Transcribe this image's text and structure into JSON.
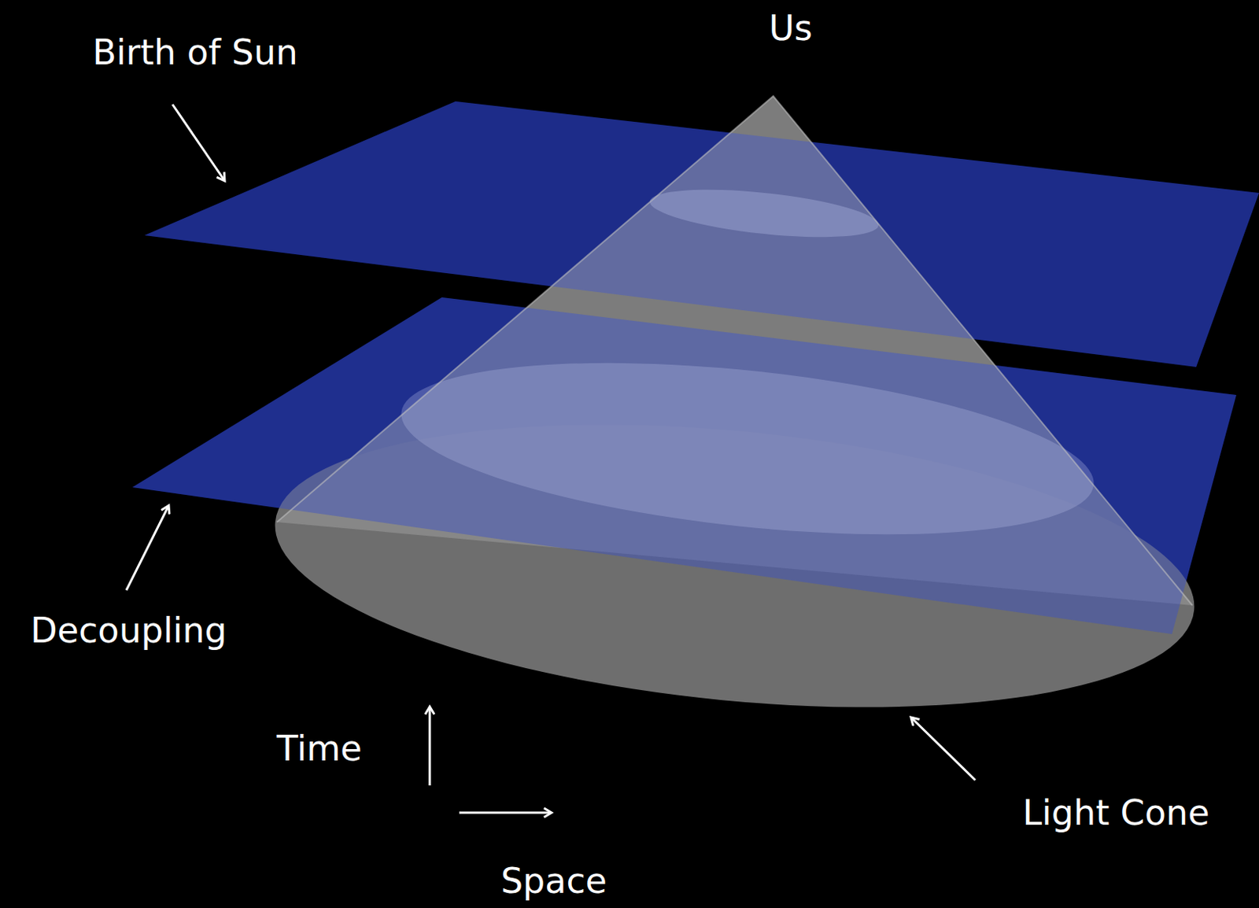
{
  "diagram": {
    "labels": [
      "Us",
      "Birth of Sun",
      "Decoupling",
      "Time",
      "Space",
      "Light Cone"
    ]
  }
}
